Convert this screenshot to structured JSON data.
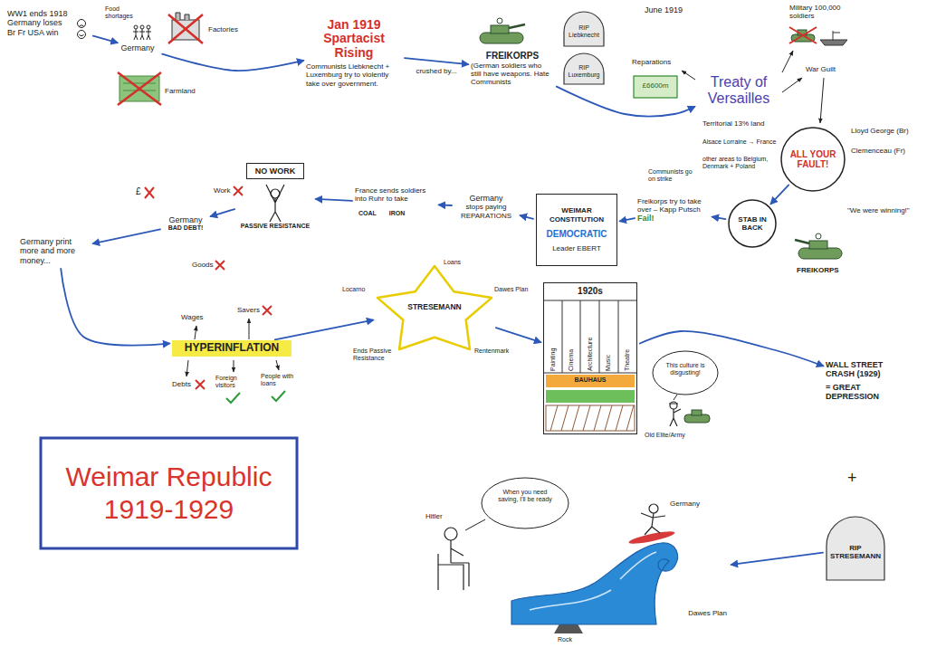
{
  "diagram": {
    "title": "Weimar Republic 1919-1929",
    "nodes": [
      {
        "text": [
          "WW1 ends 1918",
          "Germany loses",
          "Br Fr USA win"
        ]
      },
      {
        "text": [
          "Germany"
        ]
      },
      {
        "text": [
          "Jan 1919 Spartacist Rising",
          "Communists Liebknecht + Luxemburg try to violently take over government."
        ]
      },
      {
        "text": [
          "FREIKORPS",
          "(German soldiers who still have weapons. Hate Communists"
        ]
      },
      {
        "text": [
          "RIP Liebknecht"
        ]
      },
      {
        "text": [
          "RIP Luxemburg"
        ]
      },
      {
        "text": [
          "Treaty of Versailles"
        ]
      },
      {
        "text": [
          "ALL YOUR FAULT!"
        ]
      },
      {
        "text": [
          "STAB IN BACK"
        ]
      },
      {
        "text": [
          "Freikorps try to take over – Kapp Putsch",
          "Fail!"
        ]
      },
      {
        "text": [
          "WEIMAR CONSTITUTION",
          "DEMOCRATIC",
          "Leader EBERT"
        ]
      },
      {
        "text": [
          "Germany",
          "stops paying REPARATIONS"
        ]
      },
      {
        "text": [
          "France sends soldiers into Ruhr to take",
          "COAL",
          "IRON"
        ]
      },
      {
        "text": [
          "NO WORK",
          "PASSIVE RESISTANCE"
        ]
      },
      {
        "text": [
          "Germany",
          "BAD DEBT!"
        ]
      },
      {
        "text": [
          "Germany print more and more money..."
        ]
      },
      {
        "text": [
          "HYPERINFLATION"
        ]
      },
      {
        "text": [
          "STRESEMANN"
        ]
      },
      {
        "text": [
          "1920s"
        ]
      },
      {
        "text": [
          "WALL STREET CRASH (1929)",
          "= GREAT DEPRESSION"
        ]
      },
      {
        "text": [
          "RIP STRESEMANN"
        ]
      },
      {
        "text": [
          "Dawes Plan"
        ]
      }
    ],
    "edges": [
      {
        "from": 0,
        "to": 1,
        "arrow": "to"
      },
      {
        "from": 1,
        "to": 2,
        "arrow": "to"
      },
      {
        "from": 2,
        "to": 3,
        "label": "crushed by...",
        "arrow": "to"
      },
      {
        "from": 3,
        "to": 6,
        "arrow": "to"
      },
      {
        "from": 7,
        "to": 8,
        "arrow": "to"
      },
      {
        "from": 8,
        "to": 9,
        "arrow": "to"
      },
      {
        "from": 9,
        "to": 10,
        "arrow": "to"
      },
      {
        "from": 10,
        "to": 11,
        "arrow": "to"
      },
      {
        "from": 11,
        "to": 12,
        "arrow": "to"
      },
      {
        "from": 12,
        "to": 13,
        "arrow": "to"
      },
      {
        "from": 13,
        "to": 14,
        "arrow": "to"
      },
      {
        "from": 14,
        "to": 15,
        "arrow": "to"
      },
      {
        "from": 15,
        "to": 16,
        "arrow": "to"
      },
      {
        "from": 16,
        "to": 17,
        "arrow": "to"
      },
      {
        "from": 17,
        "to": 18,
        "arrow": "to"
      },
      {
        "from": 18,
        "to": 19,
        "arrow": "to"
      },
      {
        "from": 20,
        "to": 21,
        "arrow": "to"
      }
    ],
    "labels": [
      "Food shortages",
      "Factories",
      "Farmland",
      "June 1919",
      "Reparations",
      "£6600m",
      "Military 100,000 soldiers",
      "War Guilt",
      "Territorial 13% land",
      "Alsace Lorraine → France",
      "other areas to Belgium, Denmark + Poland",
      "Lloyd George (Br)",
      "Clemenceau (Fr)",
      "\"We were winning!\"",
      "FREIKORPS",
      "Communists go on strike",
      "£",
      "Work",
      "Goods",
      "Wages",
      "Savers",
      "Debts",
      "Foreign visitors",
      "People with loans",
      "Locarno",
      "Loans",
      "Dawes Plan",
      "Rentenmark",
      "Ends Passive Resistance",
      "Painting",
      "Cinema",
      "Architecture",
      "Music",
      "Theatre",
      "BAUHAUS",
      "This culture is disgusting!",
      "Old Elite/Army",
      "+",
      "Hitler",
      "When you need saving, I'll be ready",
      "Germany",
      "Rock"
    ]
  }
}
